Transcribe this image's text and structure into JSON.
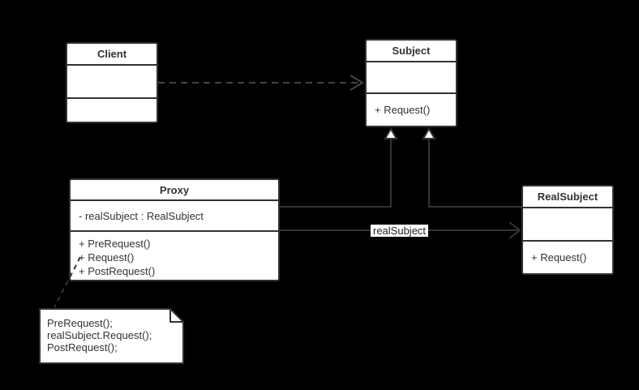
{
  "canvas": {
    "background": "#000000",
    "shape_fill": "#ffffff",
    "line_color": "#333333",
    "dependency_line_color": "#444444",
    "text_color": "#333333"
  },
  "classes": {
    "client": {
      "title": "Client",
      "attributes": [],
      "methods": []
    },
    "subject": {
      "title": "Subject",
      "attributes": [],
      "methods": [
        "+ Request()"
      ]
    },
    "proxy": {
      "title": "Proxy",
      "attributes": [
        "- realSubject : RealSubject"
      ],
      "methods": [
        "+ PreRequest()",
        "+ Request()",
        "+ PostRequest()"
      ]
    },
    "realsubject": {
      "title": "RealSubject",
      "attributes": [],
      "methods": [
        "+ Request()"
      ]
    }
  },
  "relationships": {
    "dependency": {
      "from": "Client",
      "to": "Subject",
      "type": "dashed dependency arrow"
    },
    "generalization1": {
      "from": "Proxy",
      "to": "Subject",
      "type": "generalization (hollow triangle)"
    },
    "generalization2": {
      "from": "RealSubject",
      "to": "Subject",
      "type": "generalization (hollow triangle)"
    },
    "association": {
      "from": "Proxy",
      "to": "RealSubject",
      "type": "directed association",
      "label": "realSubject"
    }
  },
  "note": {
    "lines": [
      "PreRequest();",
      "realSubject.Request();",
      "PostRequest();"
    ]
  }
}
